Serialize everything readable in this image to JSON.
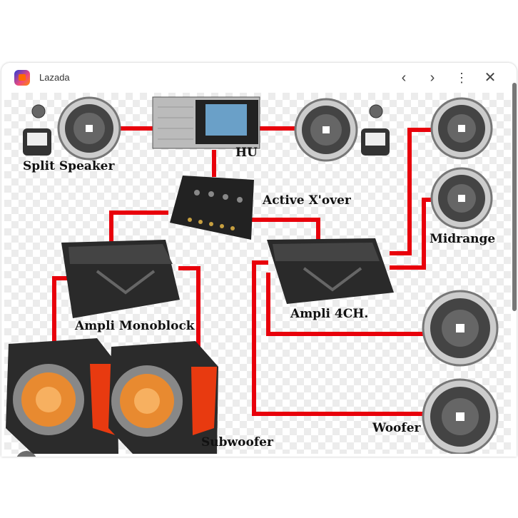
{
  "window": {
    "title": "Lazada"
  },
  "toolbar": {
    "back_icon": "chevron-left-icon",
    "forward_icon": "chevron-right-icon",
    "menu_icon": "more-vert-icon",
    "close_icon": "close-icon"
  },
  "diagram": {
    "labels": {
      "split_speaker": "Split Speaker",
      "hu": "HU",
      "active_xover": "Active X'over",
      "midrange": "Midrange",
      "ampli_monoblock": "Ampli Monoblock",
      "ampli_4ch": "Ampli 4CH.",
      "woofer": "Woofer",
      "subwoofer": "Subwoofer"
    },
    "wire_color": "#e8000b"
  }
}
